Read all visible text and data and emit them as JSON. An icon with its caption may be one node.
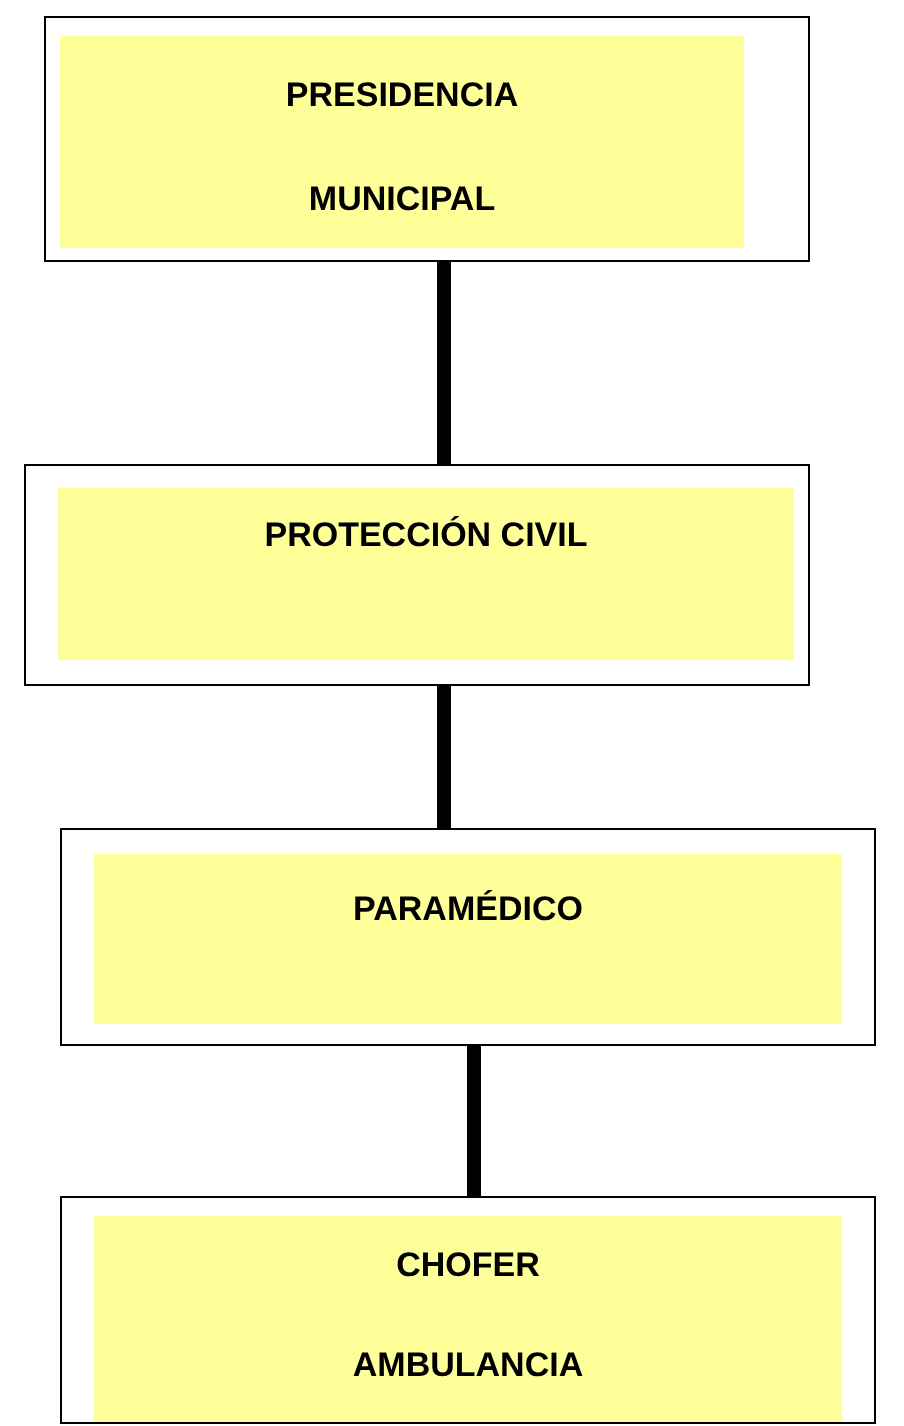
{
  "diagram": {
    "nodes": [
      {
        "text": [
          "PRESIDENCIA MUNICIPAL"
        ]
      },
      {
        "text": [
          "PROTECCIÓN CIVIL"
        ]
      },
      {
        "text": [
          "PARAMÉDICO"
        ]
      },
      {
        "text": [
          "CHOFER AMBULANCIA"
        ]
      }
    ],
    "edges": [
      {
        "from": 0,
        "to": 1,
        "arrow": "none"
      },
      {
        "from": 1,
        "to": 2,
        "arrow": "none"
      },
      {
        "from": 2,
        "to": 3,
        "arrow": "none"
      }
    ]
  }
}
